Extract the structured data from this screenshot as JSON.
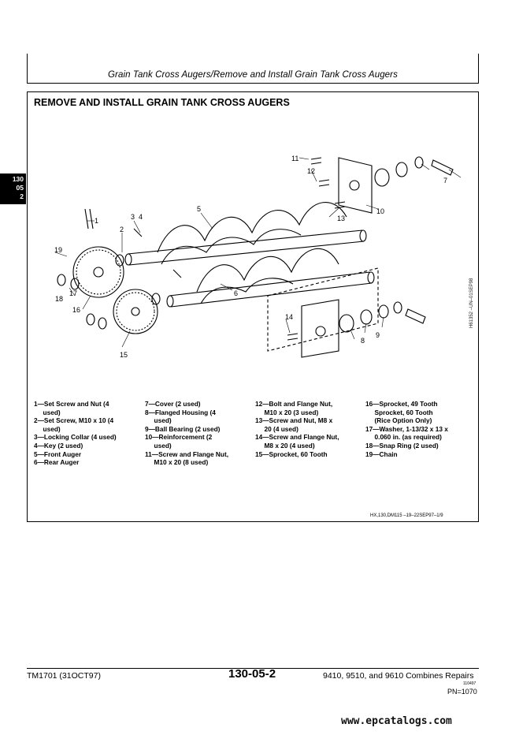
{
  "header": {
    "title": "Grain Tank Cross Augers/Remove and Install Grain Tank Cross Augers"
  },
  "section_tab": {
    "line1": "130",
    "line2": "05",
    "line3": "2"
  },
  "section": {
    "heading": "REMOVE AND INSTALL GRAIN TANK CROSS AUGERS"
  },
  "figure": {
    "id": "H61352 –UN–01SEP98"
  },
  "callouts": [
    "1",
    "2",
    "3",
    "4",
    "5",
    "6",
    "7",
    "8",
    "9",
    "10",
    "11",
    "12",
    "13",
    "14",
    "15",
    "16",
    "17",
    "18",
    "19"
  ],
  "legend": {
    "col1": [
      "1—Set Screw and Nut (4",
      "     used)",
      "2—Set Screw, M10 x 10 (4",
      "     used)",
      "3—Locking Collar (4 used)",
      "4—Key (2 used)",
      "5—Front Auger",
      "6—Rear Auger"
    ],
    "col2": [
      "7—Cover (2 used)",
      "8—Flanged Housing (4",
      "     used)",
      "9—Ball Bearing (2 used)",
      "10—Reinforcement (2",
      "     used)",
      "11—Screw and Flange Nut,",
      "     M10 x 20 (8 used)"
    ],
    "col3": [
      "12—Bolt and Flange Nut,",
      "     M10 x 20 (3 used)",
      "13—Screw and Nut, M8 x",
      "     20 (4 used)",
      "14—Screw and Flange Nut,",
      "     M8 x 20 (4 used)",
      "15—Sprocket, 60 Tooth"
    ],
    "col4": [
      "16—Sprocket, 49 Tooth",
      "     Sprocket, 60 Tooth",
      "     (Rice Option Only)",
      "17—Washer, 1-13/32 x 13 x",
      "     0.060 in. (as required)",
      "18—Snap Ring (2 used)",
      "19—Chain"
    ]
  },
  "ref_code": "HX,130,DM115  –19–22SEP97–1/9",
  "footer": {
    "manual": "TM1701 (31OCT97)",
    "page": "130-05-2",
    "title": "9410, 9510, and 9610 Combines Repairs",
    "date": "110497",
    "pn": "PN=1070"
  },
  "watermark": "www.epcatalogs.com"
}
